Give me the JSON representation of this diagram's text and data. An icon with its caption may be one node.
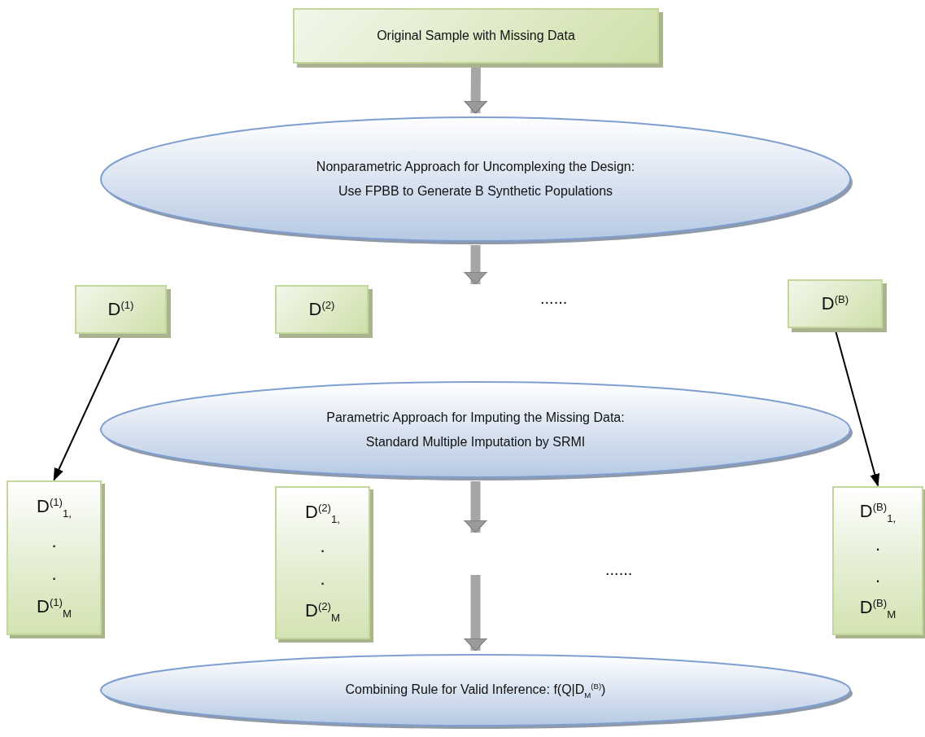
{
  "diagram": {
    "nodes": [
      {
        "text": [
          "Original Sample with Missing Data"
        ]
      },
      {
        "text": [
          "Nonparametric Approach for Uncomplexing the Design:",
          "Use FPBB to Generate B Synthetic Populations"
        ]
      },
      {
        "text": [
          "D$^{(1)}$"
        ]
      },
      {
        "text": [
          "D$^{(2)}$"
        ]
      },
      {
        "text": [
          "D$^{(B)}$"
        ]
      },
      {
        "text": [
          "Parametric Approach for Imputing the Missing Data:",
          "Standard Multiple Imputation by SRMI"
        ]
      },
      {
        "text": [
          "D$^{(1)}$$_{1,}$",
          ".",
          ".",
          "D$^{(1)}$$_{M}$"
        ]
      },
      {
        "text": [
          "D$^{(2)}$$_{1,}$",
          ".",
          ".",
          "D$^{(2)}$$_{M}$"
        ]
      },
      {
        "text": [
          "D$^{(B)}$$_{1,}$",
          ".",
          ".",
          "D$^{(B)}$$_{M}$"
        ]
      },
      {
        "text": [
          "Combining Rule for Valid Inference: f(Q|D$_{M}$$^{(B)}$)"
        ]
      }
    ],
    "edges": [
      {
        "from": 0,
        "to": 1,
        "arrow": "to"
      },
      {
        "from": 1,
        "to": null,
        "arrow": "to"
      },
      {
        "from": 2,
        "to": 6,
        "arrow": "to",
        "color": "#000000"
      },
      {
        "from": 4,
        "to": 8,
        "arrow": "to",
        "color": "#000000"
      },
      {
        "from": 5,
        "to": null,
        "arrow": "to"
      },
      {
        "from": null,
        "to": 9,
        "arrow": "to"
      }
    ],
    "labels": [
      "......",
      "......"
    ]
  }
}
